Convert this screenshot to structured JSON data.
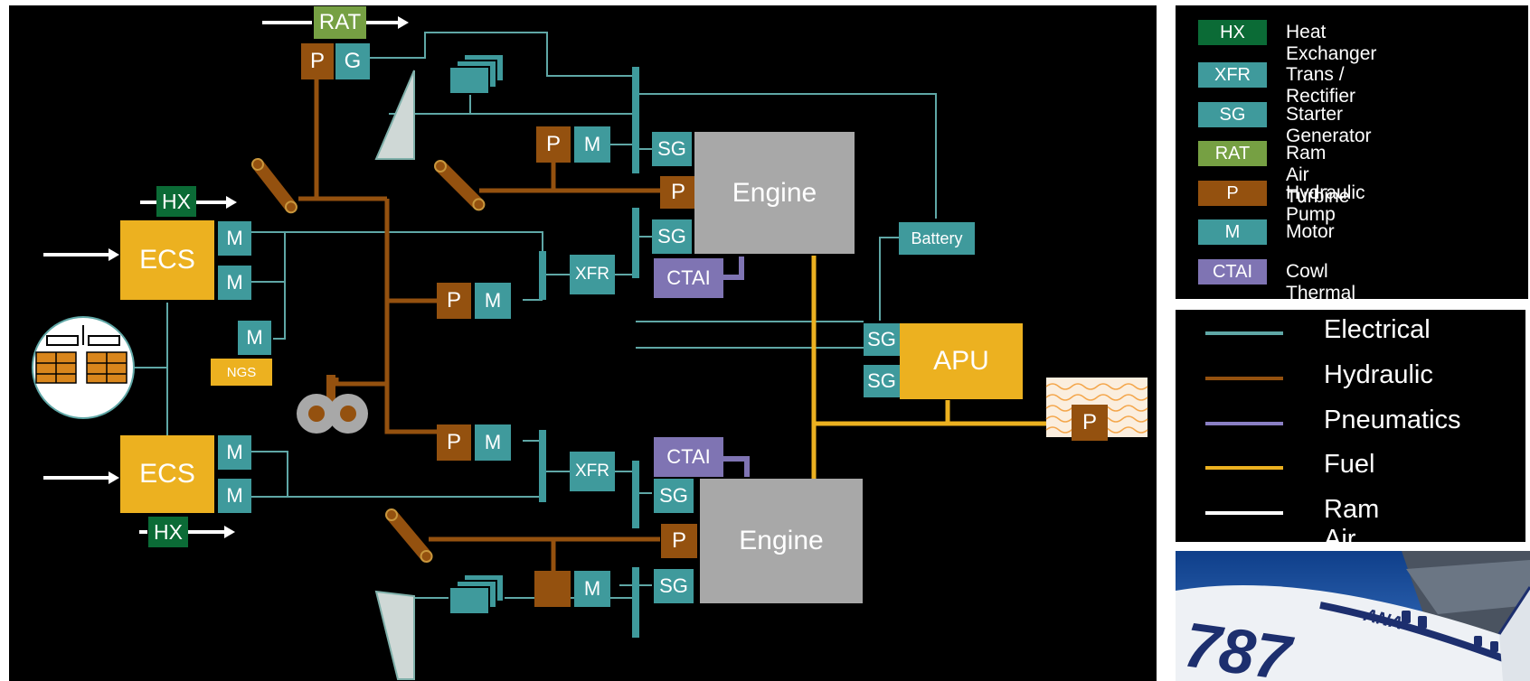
{
  "diagram": {
    "rat": "RAT",
    "pump": "P",
    "generator": "G",
    "motor": "M",
    "heat_exchanger": "HX",
    "ecs": "ECS",
    "ngs": "NGS",
    "xfr": "XFR",
    "sg": "SG",
    "ctai": "CTAI",
    "engine": "Engine",
    "apu": "APU",
    "battery": "Battery"
  },
  "legend_components": [
    {
      "abbr": "HX",
      "label": "Heat Exchanger",
      "color": "#0b6b36"
    },
    {
      "abbr": "XFR",
      "label": "Trans / Rectifier",
      "color": "#3f9a9c"
    },
    {
      "abbr": "SG",
      "label": "Starter Generator",
      "color": "#3f9a9c"
    },
    {
      "abbr": "RAT",
      "label": "Ram Air Turbine",
      "color": "#76a043"
    },
    {
      "abbr": "P",
      "label": "Hydraulic Pump",
      "color": "#94510f"
    },
    {
      "abbr": "M",
      "label": "Motor",
      "color": "#3f9a9c"
    },
    {
      "abbr": "CTAI",
      "label": "Cowl Thermal Anti-Ice",
      "color": "#7f74b3"
    }
  ],
  "legend_lines": [
    {
      "label": "Electrical",
      "color": "#5fa7a6"
    },
    {
      "label": "Hydraulic",
      "color": "#94510f"
    },
    {
      "label": "Pneumatics",
      "color": "#8a7fc4"
    },
    {
      "label": "Fuel",
      "color": "#ecb120"
    },
    {
      "label": "Ram Air",
      "color": "#ffffff"
    }
  ],
  "photo": {
    "livery": "787",
    "livery_small": "ANA"
  },
  "colors": {
    "background": "#000000",
    "electrical": "#5fa7a6",
    "hydraulic": "#94510f",
    "fuel": "#ecb120",
    "pneumatic": "#7f74b3",
    "ram_air": "#ffffff"
  }
}
